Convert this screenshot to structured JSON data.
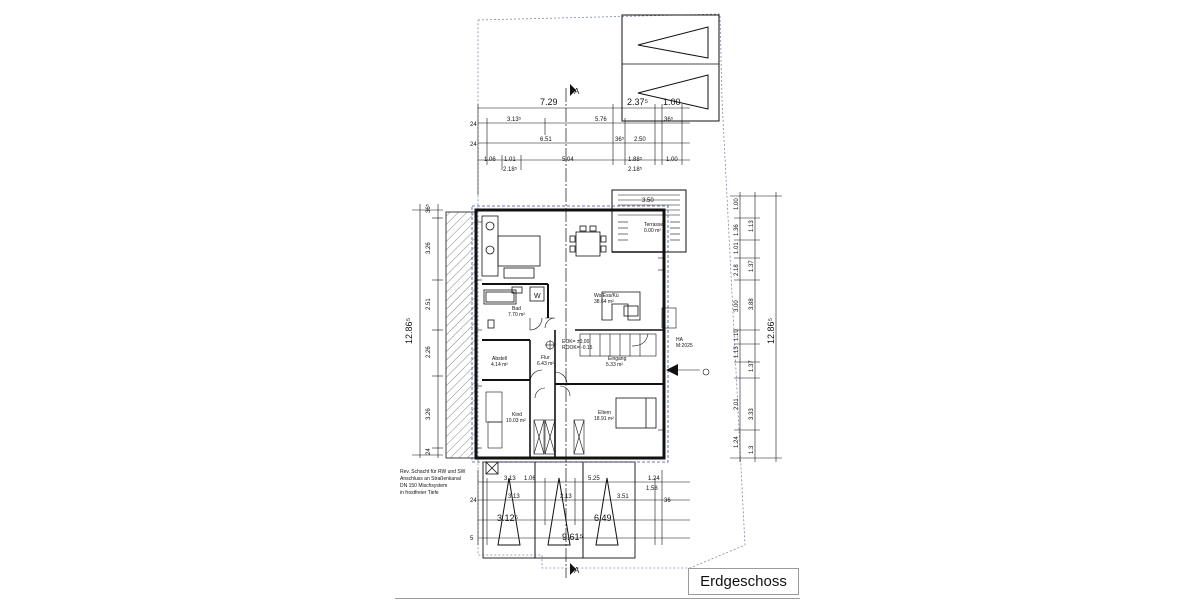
{
  "title": "Erdgeschoss",
  "section_marker": "A",
  "rooms": [
    {
      "id": "wohnen",
      "name": "Wo/Ess/Kü",
      "area": "38.64 m²"
    },
    {
      "id": "bad",
      "name": "Bad",
      "area": "7.70 m²"
    },
    {
      "id": "abstell",
      "name": "Abstell",
      "area": "4.14 m²"
    },
    {
      "id": "flur",
      "name": "Flur",
      "area": "6.43 m²"
    },
    {
      "id": "eingang",
      "name": "Eingang",
      "area": "5.33 m²"
    },
    {
      "id": "kind",
      "name": "Kind",
      "area": "10.03 m²"
    },
    {
      "id": "eltern",
      "name": "Eltern",
      "area": "18.91 m²"
    },
    {
      "id": "terrasse",
      "name": "Terrasse",
      "area": "0.00 m²"
    }
  ],
  "level_marker": {
    "line1": "EOK= ±0.00",
    "line2": "ROOK= -0.15"
  },
  "ha_marker": "HA",
  "note_lines": [
    "Rev. Schacht für RW und SW",
    "Anschluss an Straßenkanal",
    "DN 150 Mischsystem",
    "in frostfreier Tiefe"
  ],
  "dims_top": {
    "row1": [
      "7.29",
      "2.37⁵",
      "1.00"
    ],
    "row2": [
      "24",
      "3.13⁵",
      "5.76",
      "36⁵"
    ],
    "row3": [
      "24",
      "6.51",
      "36⁵",
      "2.50"
    ],
    "row4": [
      "1.06",
      "1.01",
      "5.04",
      "1.88⁵",
      "1.00"
    ],
    "row4b": [
      "2.18⁵",
      "2.18⁵"
    ],
    "stair": "3.50"
  },
  "dims_left": {
    "total": "12.86⁵",
    "segments": [
      "36⁵",
      "3.26",
      "2.51",
      "2.26",
      "3.26",
      "24"
    ]
  },
  "dims_right": {
    "total": "12.86⁵",
    "a": [
      "1.00",
      "1.36",
      "1.01",
      "2.18",
      "3.00",
      "1.10",
      "1.13",
      "2.01",
      "1.24"
    ],
    "b": [
      "1.13",
      "1.37",
      "3.88",
      "1.37",
      "3.33",
      "1.3"
    ]
  },
  "dims_bottom": {
    "row1": [
      "3.13",
      "1.06",
      "5.25",
      "1.24"
    ],
    "row1b": [
      "1.58"
    ],
    "row2": [
      "24",
      "3.13",
      "2.13",
      "3.51",
      "36"
    ],
    "row3": [
      "3.12⁵",
      "6.49"
    ],
    "row4": [
      "5",
      "9.61⁵"
    ]
  }
}
